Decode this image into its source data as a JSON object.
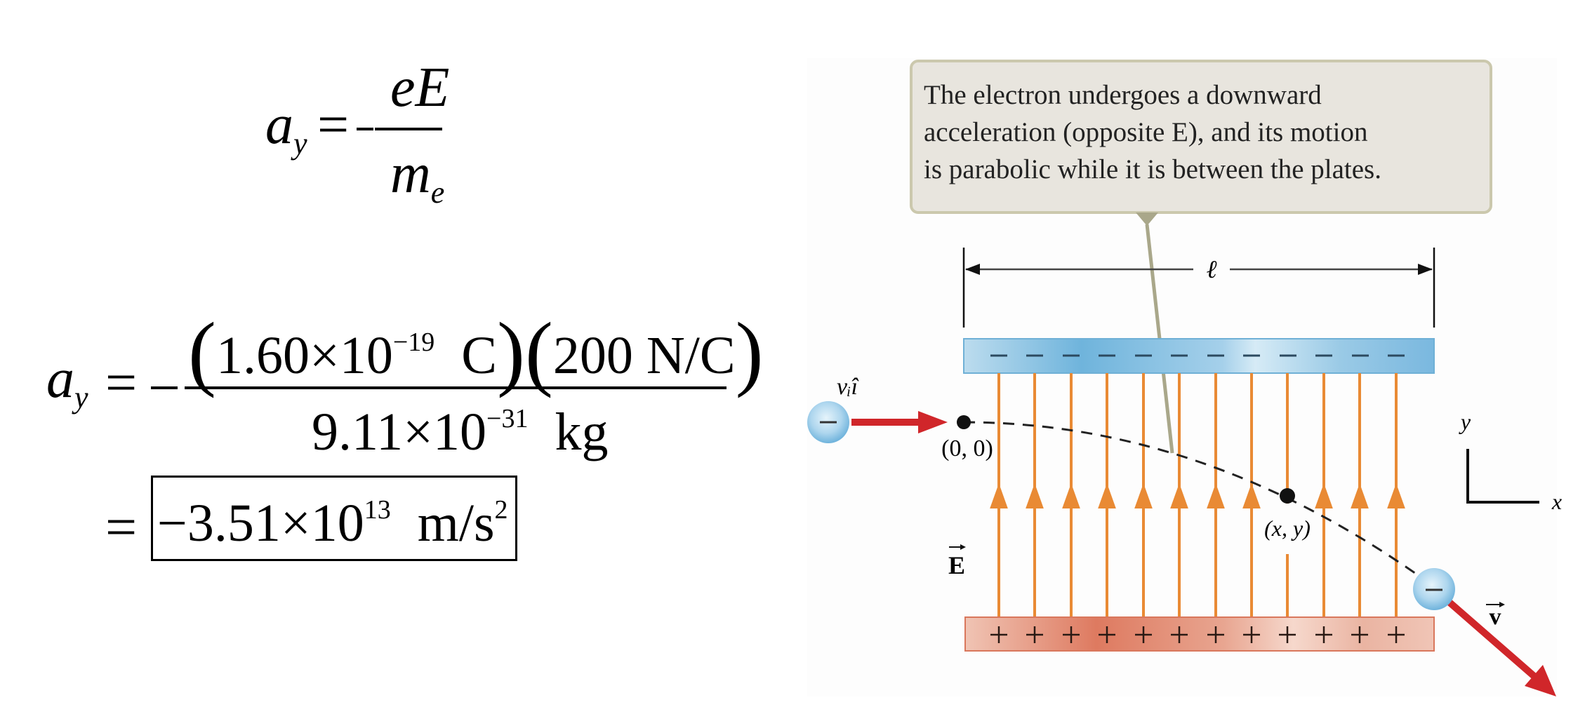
{
  "formula1": {
    "lhs_symbol": "a",
    "lhs_subscript": "y",
    "equals": "=",
    "sign": "−",
    "numerator": "eE",
    "denominator_symbol": "m",
    "denominator_subscript": "e"
  },
  "formula2": {
    "lhs_symbol": "a",
    "lhs_subscript": "y",
    "equals": "=",
    "sign": "−",
    "numerator": {
      "open1": "(",
      "charge_mantissa": "1.60×10",
      "charge_exponent": "−19",
      "charge_unit": "C",
      "close1": ")",
      "open2": "(",
      "field_value": "200 N/C",
      "close2": ")"
    },
    "denominator": {
      "mass_mantissa": "9.11×10",
      "mass_exponent": "−31",
      "mass_unit": "kg"
    },
    "result": {
      "equals": "=",
      "mantissa": "−3.51×10",
      "exponent": "13",
      "unit": "m/s",
      "unit_exponent": "2"
    }
  },
  "diagram": {
    "callout_text": [
      "The electron undergoes a downward",
      "acceleration (opposite E), and its motion",
      "is parabolic while it is between the plates."
    ],
    "length_label": "ℓ",
    "initial_velocity_label": "vᵢî",
    "origin_label": "(0, 0)",
    "point_label": "(x, y)",
    "field_label": "E",
    "final_velocity_label": "v",
    "axis_y_label": "y",
    "axis_x_label": "x",
    "electron_symbol": "−",
    "top_plate_charge": "−",
    "bottom_plate_charge": "+",
    "field_line_count": 12,
    "colors": {
      "top_plate": "#7fbde0",
      "bottom_plate": "#e49a84",
      "field_lines": "#e98a34",
      "velocity_arrow": "#d0262a",
      "callout_bg": "#e8e5de",
      "callout_border": "#c9c6a9",
      "electron": "#a9d3ec"
    }
  }
}
